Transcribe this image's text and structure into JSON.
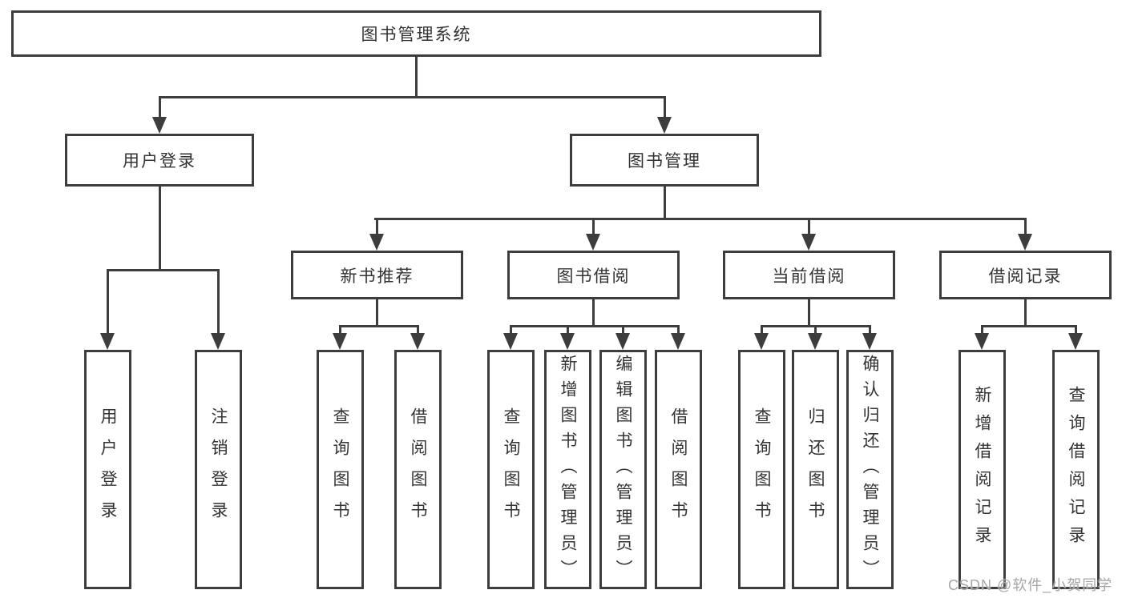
{
  "colors": {
    "line": "#3d3d3d",
    "text": "#333333",
    "watermark": "#a6a6a6",
    "background": "#ffffff"
  },
  "diagram": {
    "root": {
      "label": "图书管理系统"
    },
    "branches": [
      {
        "label": "用户登录",
        "children": [
          {
            "label": "用户登录"
          },
          {
            "label": "注销登录"
          }
        ]
      },
      {
        "label": "图书管理",
        "children": [
          {
            "label": "新书推荐",
            "children": [
              {
                "label": "查询图书"
              },
              {
                "label": "借阅图书"
              }
            ]
          },
          {
            "label": "图书借阅",
            "children": [
              {
                "label": "查询图书"
              },
              {
                "label": "新增图书（管理员）"
              },
              {
                "label": "编辑图书（管理员）"
              },
              {
                "label": "借阅图书"
              }
            ]
          },
          {
            "label": "当前借阅",
            "children": [
              {
                "label": "查询图书"
              },
              {
                "label": "归还图书"
              },
              {
                "label": "确认归还（管理员）"
              }
            ]
          },
          {
            "label": "借阅记录",
            "children": [
              {
                "label": "新增借阅记录"
              },
              {
                "label": "查询借阅记录"
              }
            ]
          }
        ]
      }
    ]
  },
  "watermark": {
    "text": "CSDN @软件_小贺同学"
  }
}
